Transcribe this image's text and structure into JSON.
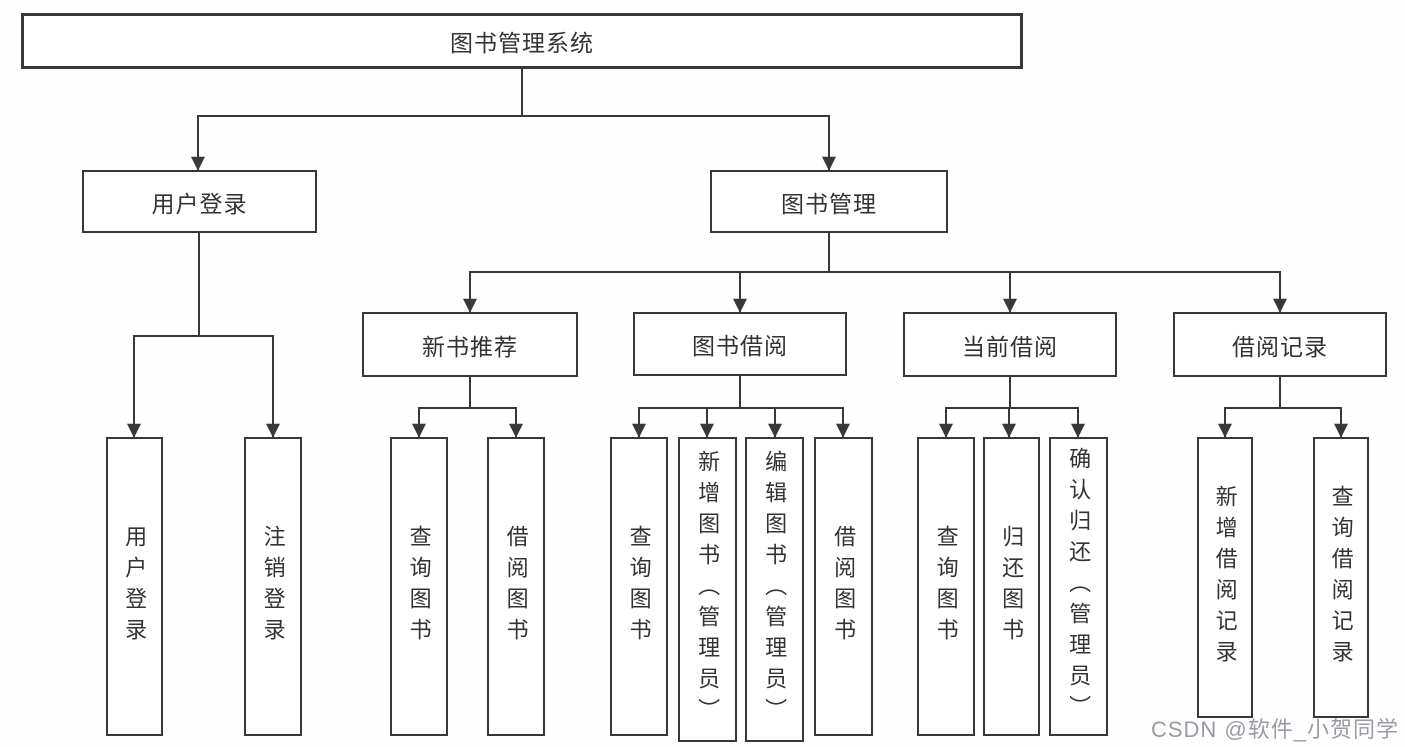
{
  "diagram": {
    "root": {
      "label": "图书管理系统"
    },
    "level1": [
      {
        "label": "用户登录"
      },
      {
        "label": "图书管理"
      }
    ],
    "level2": [
      {
        "label": "新书推荐"
      },
      {
        "label": "图书借阅"
      },
      {
        "label": "当前借阅"
      },
      {
        "label": "借阅记录"
      }
    ],
    "leaves": {
      "user_login": [
        {
          "label": "用户登录"
        },
        {
          "label": "注销登录"
        }
      ],
      "new_book_recommend": [
        {
          "label": "查询图书"
        },
        {
          "label": "借阅图书"
        }
      ],
      "book_borrow": [
        {
          "label": "查询图书"
        },
        {
          "label": "新增图书（管理员）"
        },
        {
          "label": "编辑图书（管理员）"
        },
        {
          "label": "借阅图书"
        }
      ],
      "current_borrow": [
        {
          "label": "查询图书"
        },
        {
          "label": "归还图书"
        },
        {
          "label": "确认归还（管理员）"
        }
      ],
      "borrow_records": [
        {
          "label": "新增借阅记录"
        },
        {
          "label": "查询借阅记录"
        }
      ]
    }
  },
  "watermark": {
    "text": "CSDN @软件_小贺同学"
  },
  "colors": {
    "line": "#383838",
    "box_border": "#383838",
    "text": "#333333",
    "watermark": "#9b9ba3",
    "background": "#ffffff"
  }
}
